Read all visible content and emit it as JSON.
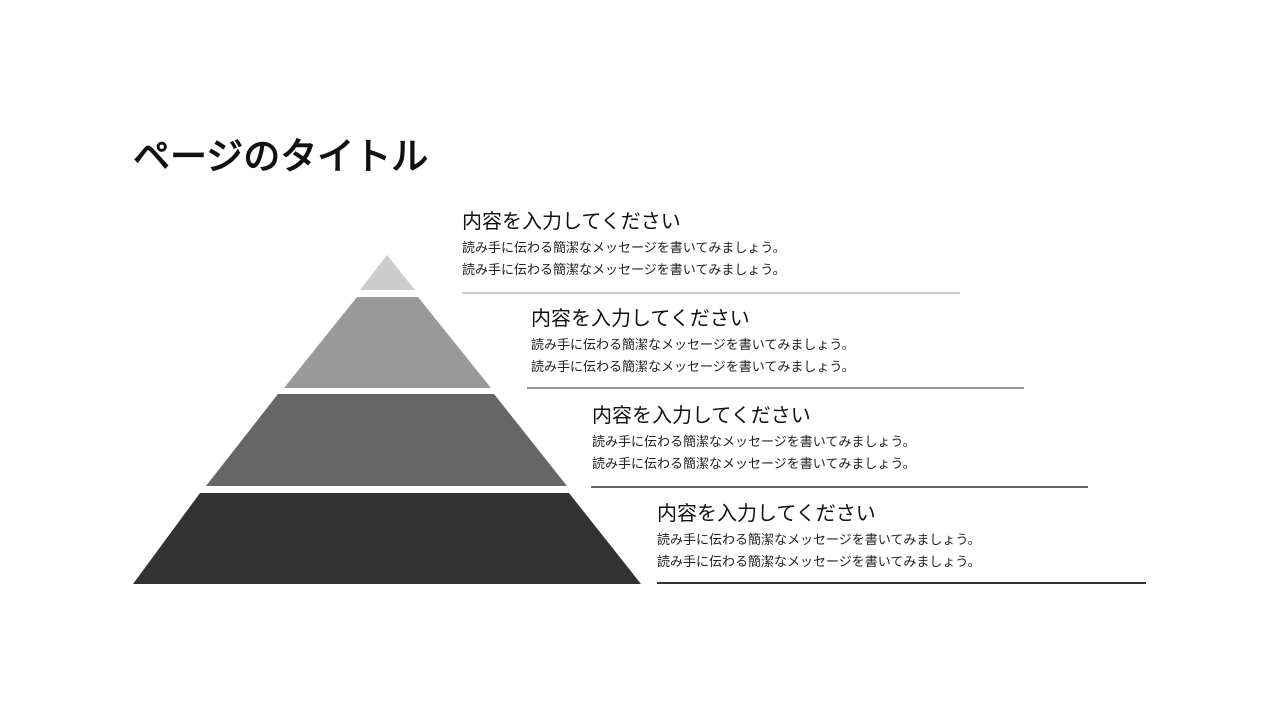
{
  "page": {
    "title": "ページのタイトル"
  },
  "pyramid": {
    "tiers": [
      {
        "level": 1,
        "color": "#cccccc",
        "line_color": "#cccccc"
      },
      {
        "level": 2,
        "color": "#999999",
        "line_color": "#999999"
      },
      {
        "level": 3,
        "color": "#666666",
        "line_color": "#666666"
      },
      {
        "level": 4,
        "color": "#333333",
        "line_color": "#333333"
      }
    ]
  },
  "items": [
    {
      "heading": "内容を入力してください",
      "line1": "読み手に伝わる簡潔なメッセージを書いてみましょう。",
      "line2": "読み手に伝わる簡潔なメッセージを書いてみましょう。"
    },
    {
      "heading": "内容を入力してください",
      "line1": "読み手に伝わる簡潔なメッセージを書いてみましょう。",
      "line2": "読み手に伝わる簡潔なメッセージを書いてみましょう。"
    },
    {
      "heading": "内容を入力してください",
      "line1": "読み手に伝わる簡潔なメッセージを書いてみましょう。",
      "line2": "読み手に伝わる簡潔なメッセージを書いてみましょう。"
    },
    {
      "heading": "内容を入力してください",
      "line1": "読み手に伝わる簡潔なメッセージを書いてみましょう。",
      "line2": "読み手に伝わる簡潔なメッセージを書いてみましょう。"
    }
  ]
}
